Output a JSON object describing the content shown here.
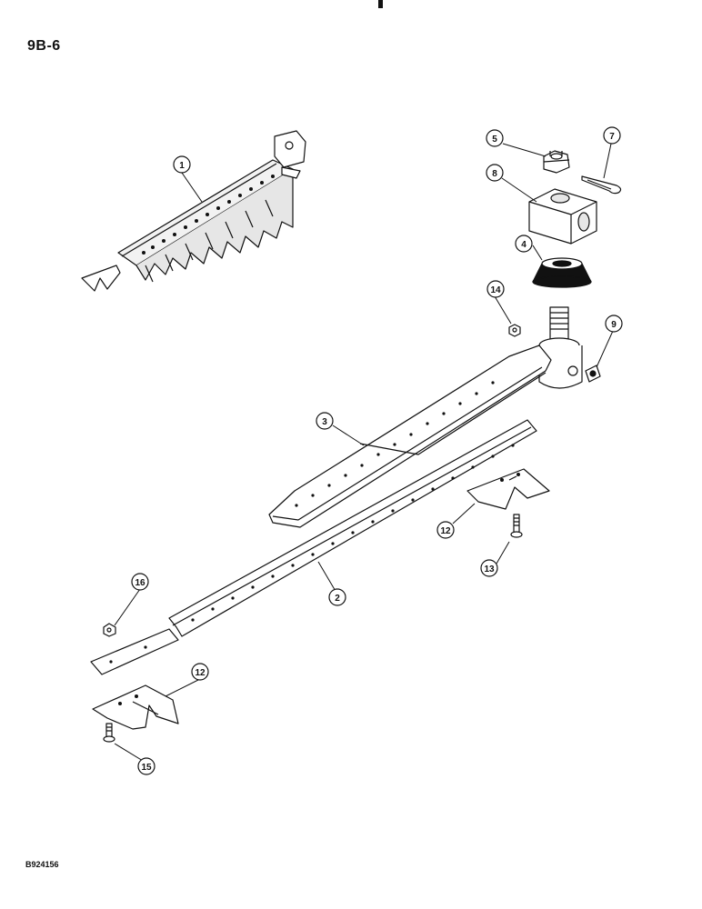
{
  "page": {
    "label": "9B-6",
    "figure_code": "B924156"
  },
  "callouts": [
    {
      "id": "1",
      "part": "sickle-assembly"
    },
    {
      "id": "2",
      "part": "sickle-bar"
    },
    {
      "id": "3",
      "part": "sickle-head-arm"
    },
    {
      "id": "4",
      "part": "bearing-cone"
    },
    {
      "id": "5",
      "part": "castle-nut"
    },
    {
      "id": "7",
      "part": "cotter-pin"
    },
    {
      "id": "8",
      "part": "sickle-head-block"
    },
    {
      "id": "9",
      "part": "grease-fitting"
    },
    {
      "id": "12",
      "part": "sickle-section"
    },
    {
      "id": "12",
      "part": "sickle-section"
    },
    {
      "id": "13",
      "part": "section-bolt"
    },
    {
      "id": "14",
      "part": "nut"
    },
    {
      "id": "15",
      "part": "section-bolt"
    },
    {
      "id": "16",
      "part": "nut"
    }
  ],
  "colors": {
    "ink": "#111111",
    "paper": "#ffffff",
    "shade": "#d9d9d9"
  }
}
